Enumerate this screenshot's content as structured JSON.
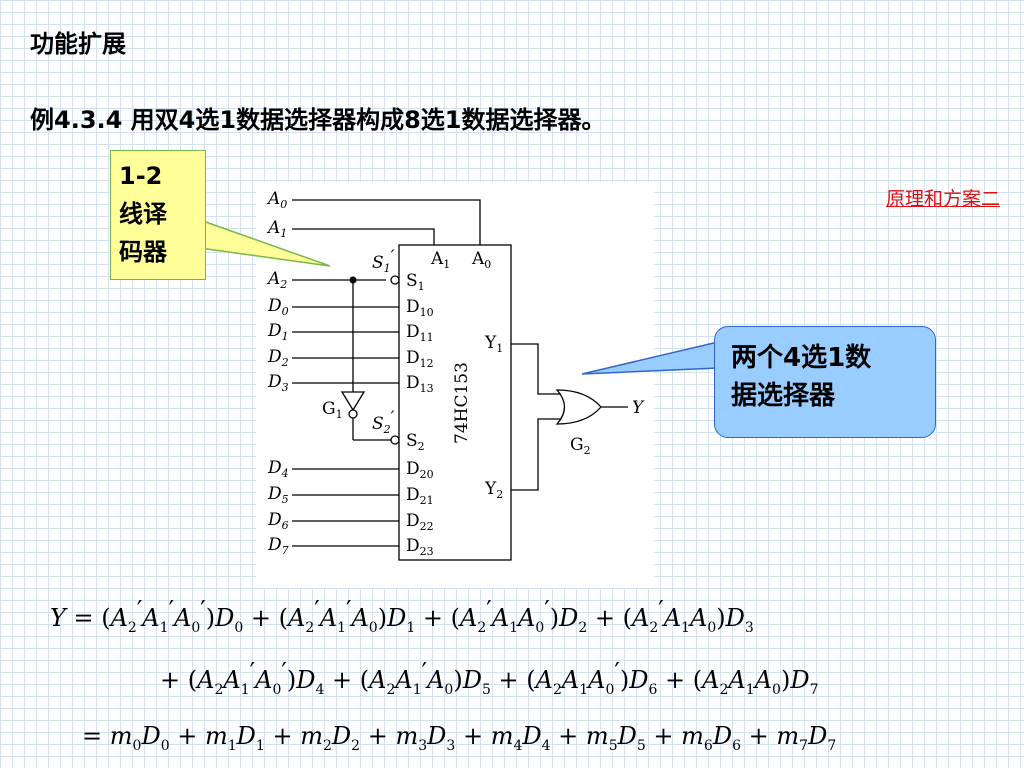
{
  "header": {
    "title": "功能扩展"
  },
  "example": {
    "text": "例4.3.4 用双4选1数据选择器构成8选1数据选择器。"
  },
  "link": {
    "label": "原理和方案二"
  },
  "callouts": {
    "decoder": {
      "lines": [
        "1-2",
        "线译",
        "码器"
      ]
    },
    "mux": {
      "lines": [
        "两个4选1数",
        "据选择器"
      ]
    }
  },
  "circuit": {
    "chip_label": "74HC153",
    "inverter_label": "G1",
    "or_gate_label": "G2",
    "output_label": "Y",
    "inputs": [
      "A0",
      "A1",
      "A2",
      "D0",
      "D1",
      "D2",
      "D3",
      "D4",
      "D5",
      "D6",
      "D7"
    ],
    "enable_labels": [
      "S1′",
      "S2′"
    ],
    "pins_top": [
      "A1",
      "A0"
    ],
    "pins_left_group1": [
      "S1",
      "D10",
      "D11",
      "D12",
      "D13"
    ],
    "pins_left_group2": [
      "S2",
      "D20",
      "D21",
      "D22",
      "D23"
    ],
    "pins_right": [
      "Y1",
      "Y2"
    ]
  },
  "equations": [
    "Y = (A2′A1′A0′)D0 + (A2′A1′A0)D1 + (A2′A1A0′)D2 + (A2′A1A0)D3",
    "+ (A2A1′A0′)D4 + (A2A1′A0)D5 + (A2A1A0′)D6 + (A2A1A0)D7",
    "= m0D0 + m1D1 + m2D2 + m3D3 + m4D4 + m5D5 + m6D6 + m7D7"
  ],
  "colors": {
    "callout_green": "#ffff99",
    "callout_blue": "#99ccff",
    "link": "#e01010",
    "grid": "#d2e2f3"
  }
}
